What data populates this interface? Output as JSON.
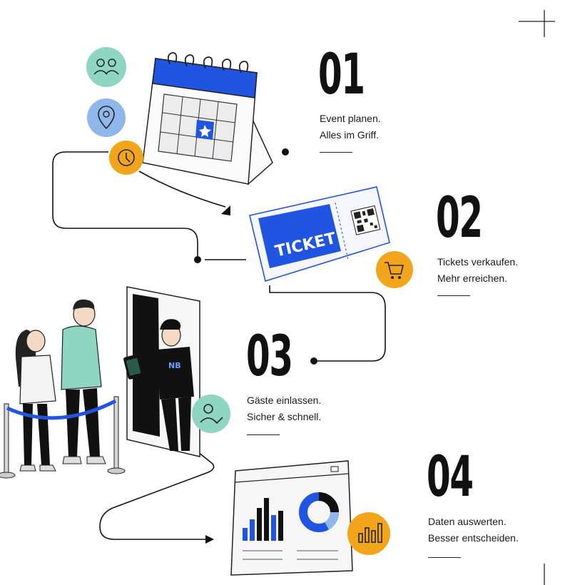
{
  "steps": [
    {
      "number": "01",
      "line1": "Event planen.",
      "line2": "Alles im Griff."
    },
    {
      "number": "02",
      "line1": "Tickets verkaufen.",
      "line2": "Mehr erreichen."
    },
    {
      "number": "03",
      "line1": "Gäste einlassen.",
      "line2": "Sicher & schnell."
    },
    {
      "number": "04",
      "line1": "Daten auswerten.",
      "line2": "Besser entscheiden."
    }
  ],
  "ticket_label": "TICKET",
  "staff_shirt_label": "NB",
  "colors": {
    "blue": "#1f55e0",
    "teal": "#8fd6c2",
    "lightblue": "#8fb7ec",
    "orange": "#f2a51a",
    "ink": "#111111"
  },
  "icons": [
    "people-icon",
    "location-pin-icon",
    "clock-icon",
    "cart-icon",
    "user-check-icon",
    "bar-chart-icon"
  ]
}
